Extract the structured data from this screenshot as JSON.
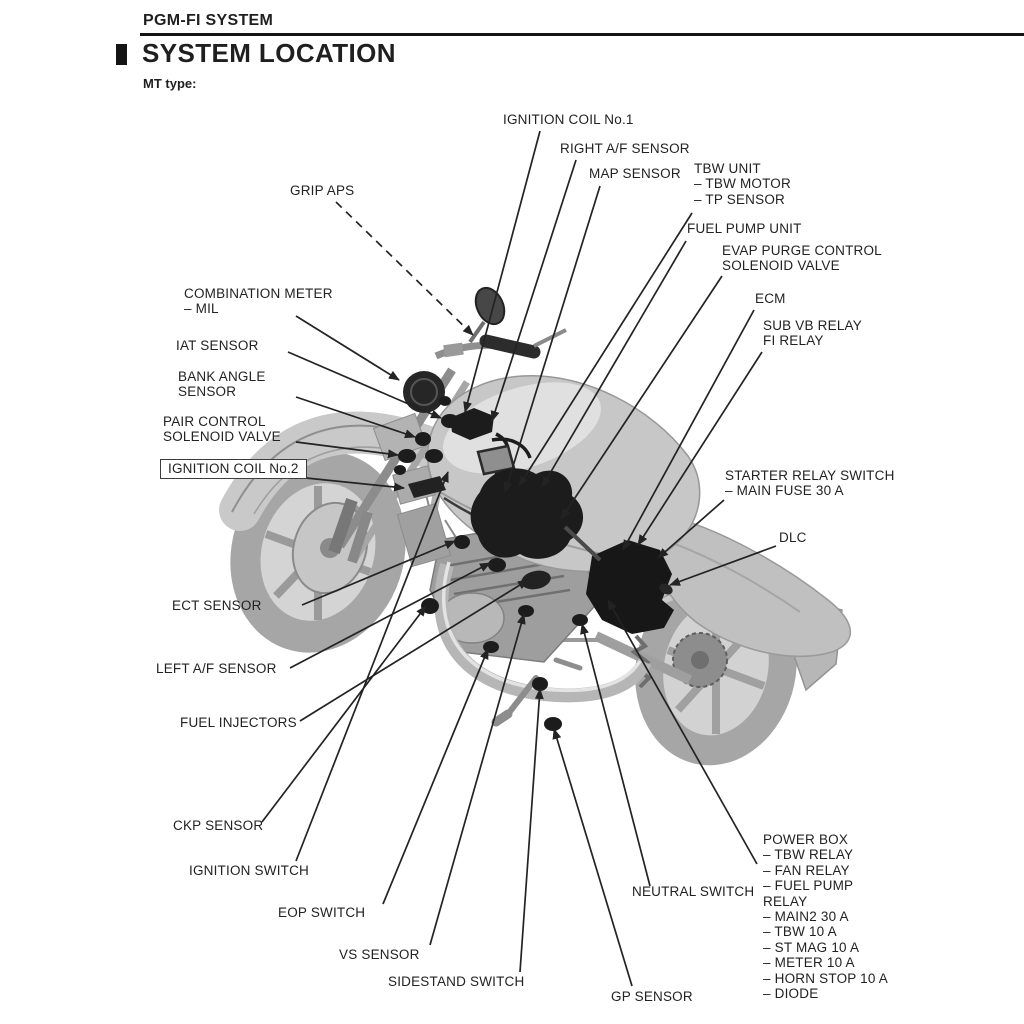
{
  "page": {
    "section": "PGM-FI SYSTEM",
    "title": "SYSTEM LOCATION",
    "variant_label": "MT type:"
  },
  "callouts": {
    "ignition_coil_no1": "IGNITION COIL No.1",
    "right_af_sensor": "RIGHT A/F SENSOR",
    "map_sensor": "MAP SENSOR",
    "tbw_unit": "TBW UNIT\n– TBW MOTOR\n– TP SENSOR",
    "fuel_pump_unit": "FUEL PUMP UNIT",
    "evap_purge_control": "EVAP PURGE CONTROL\nSOLENOID VALVE",
    "ecm": "ECM",
    "sub_vb_relay": "SUB VB RELAY\nFI RELAY",
    "grip_aps": "GRIP APS",
    "combination_meter": "COMBINATION METER\n– MIL",
    "iat_sensor": "IAT SENSOR",
    "bank_angle_sensor": "BANK ANGLE\nSENSOR",
    "pair_control": "PAIR CONTROL\nSOLENOID VALVE",
    "ignition_coil_no2": "IGNITION COIL No.2",
    "starter_relay_switch": "STARTER RELAY SWITCH\n– MAIN FUSE 30 A",
    "dlc": "DLC",
    "ect_sensor": "ECT SENSOR",
    "left_af_sensor": "LEFT A/F SENSOR",
    "fuel_injectors": "FUEL INJECTORS",
    "ckp_sensor": "CKP SENSOR",
    "ignition_switch": "IGNITION SWITCH",
    "eop_switch": "EOP SWITCH",
    "vs_sensor": "VS SENSOR",
    "sidestand_switch": "SIDESTAND SWITCH",
    "neutral_switch": "NEUTRAL SWITCH",
    "gp_sensor": "GP SENSOR",
    "power_box": "POWER BOX\n– TBW RELAY\n– FAN RELAY\n– FUEL PUMP\nRELAY\n– MAIN2 30 A\n– TBW 10 A\n– ST MAG 10 A\n– METER 10 A\n– HORN STOP 10 A\n– DIODE"
  }
}
